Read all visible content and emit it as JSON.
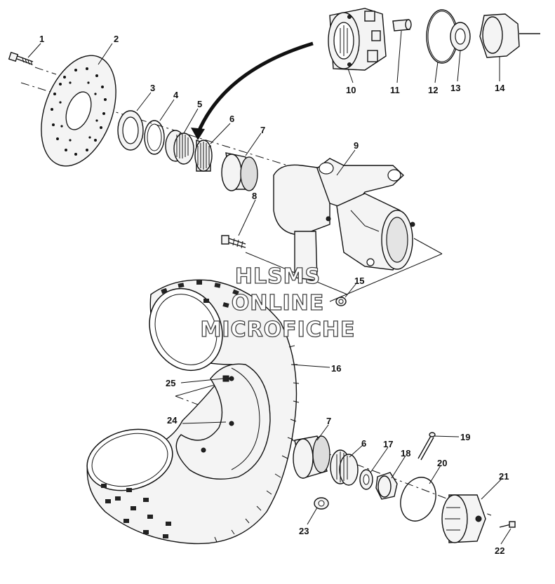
{
  "callouts": [
    {
      "id": "1",
      "text": "1"
    },
    {
      "id": "2",
      "text": "2"
    },
    {
      "id": "3",
      "text": "3"
    },
    {
      "id": "4",
      "text": "4"
    },
    {
      "id": "5",
      "text": "5"
    },
    {
      "id": "6",
      "text": "6"
    },
    {
      "id": "7",
      "text": "7"
    },
    {
      "id": "8",
      "text": "8"
    },
    {
      "id": "9",
      "text": "9"
    },
    {
      "id": "10",
      "text": "10"
    },
    {
      "id": "11",
      "text": "11"
    },
    {
      "id": "12",
      "text": "12"
    },
    {
      "id": "13",
      "text": "13"
    },
    {
      "id": "14",
      "text": "14"
    },
    {
      "id": "15",
      "text": "15"
    },
    {
      "id": "16",
      "text": "16"
    },
    {
      "id": "7b",
      "text": "7"
    },
    {
      "id": "6b",
      "text": "6"
    },
    {
      "id": "17",
      "text": "17"
    },
    {
      "id": "18",
      "text": "18"
    },
    {
      "id": "19",
      "text": "19"
    },
    {
      "id": "20",
      "text": "20"
    },
    {
      "id": "21",
      "text": "21"
    },
    {
      "id": "22",
      "text": "22"
    },
    {
      "id": "23",
      "text": "23"
    },
    {
      "id": "24",
      "text": "24"
    },
    {
      "id": "25",
      "text": "25"
    }
  ],
  "watermark": {
    "line1": "HLSMS",
    "line2": "ONLINE",
    "line3": "MICROFICHE"
  }
}
